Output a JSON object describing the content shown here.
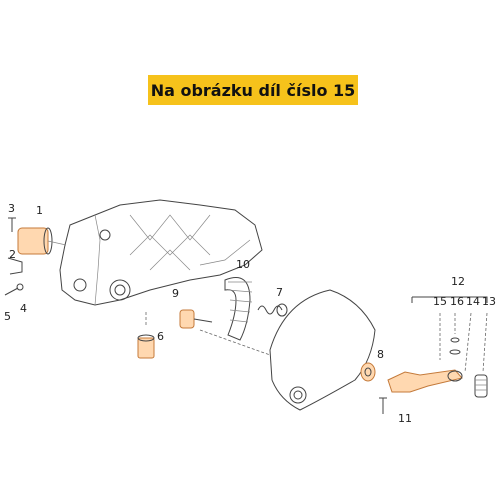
{
  "banner": {
    "text": "Na obrázku díl číslo 15",
    "color": "#f6c21b"
  },
  "callouts": [
    "1",
    "2",
    "3",
    "4",
    "5",
    "6",
    "7",
    "8",
    "9",
    "10",
    "11",
    "12",
    "13",
    "14",
    "15",
    "16"
  ],
  "highlight_color": "#ffd8b0"
}
